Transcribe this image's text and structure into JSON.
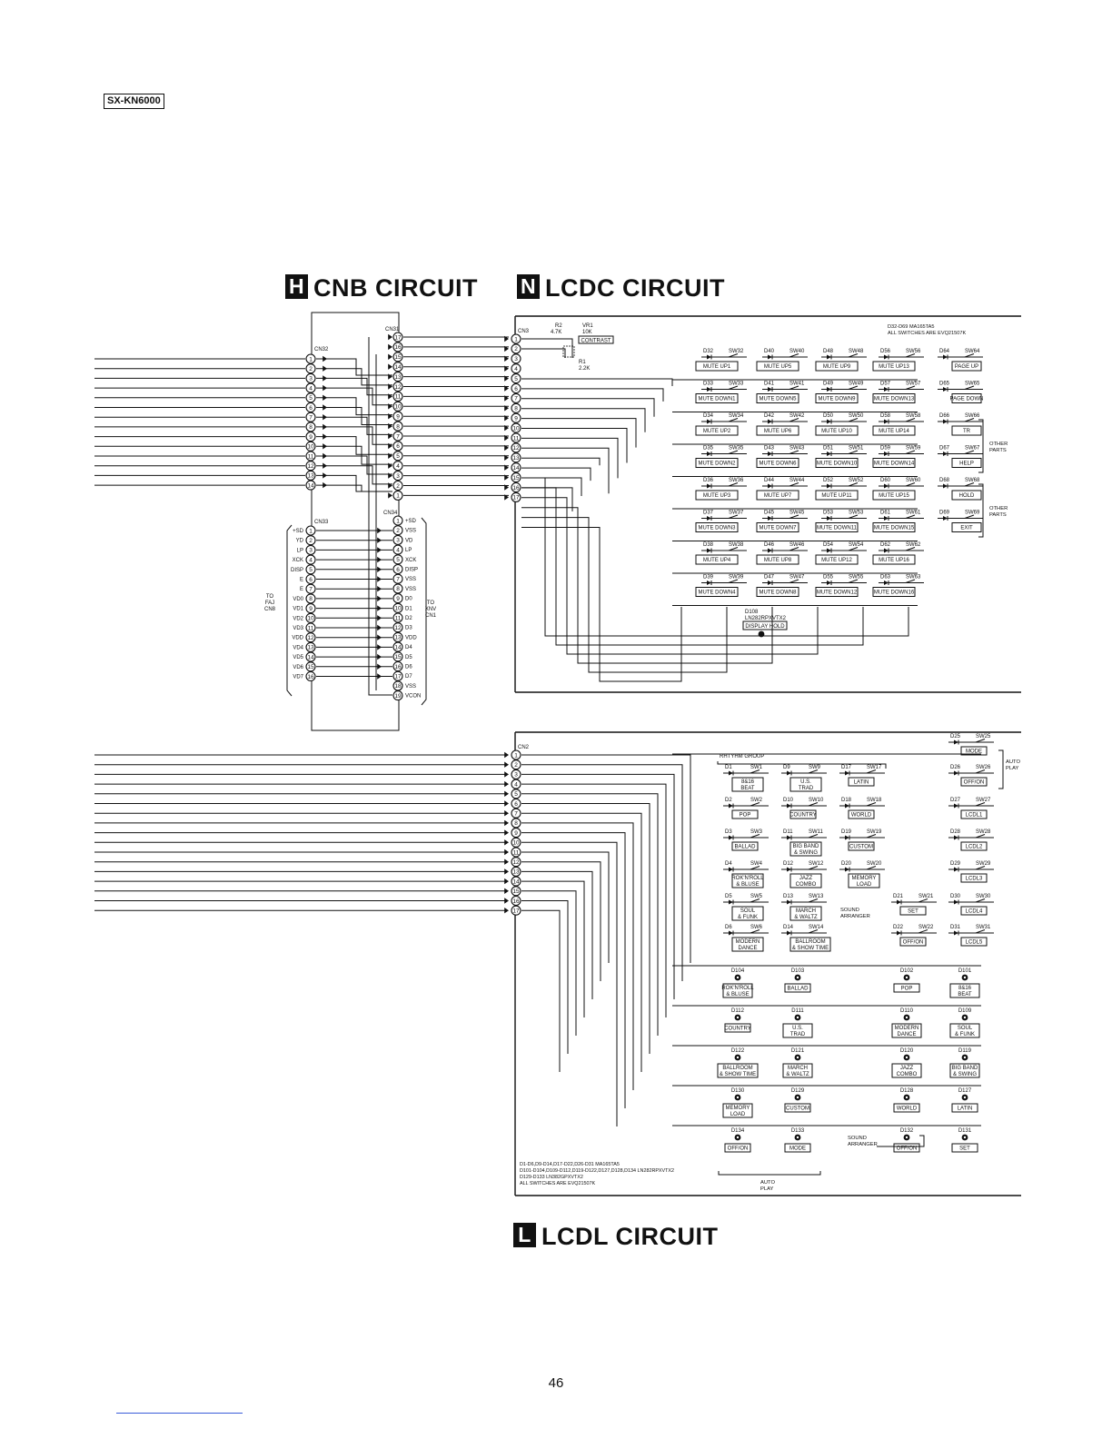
{
  "model": "SX-KN6000",
  "titles": {
    "cnb": {
      "letter": "H",
      "text": "CNB CIRCUIT"
    },
    "lcdc": {
      "letter": "N",
      "text": "LCDC CIRCUIT"
    },
    "lcdl": {
      "letter": "L",
      "text": "LCDL CIRCUIT"
    }
  },
  "page_number": "46",
  "cnb": {
    "cn31": "CN31",
    "cn32": "CN32",
    "cn33": "CN33",
    "cn34": "CN34",
    "to_faj": [
      "TO",
      "FAJ",
      "CN8"
    ],
    "to_xnv": [
      "TO",
      "XNV",
      "CN1"
    ],
    "cn33_pins": [
      "+SD",
      "YD",
      "LP",
      "XCK",
      "DISP",
      "E",
      "E",
      "VD0",
      "VD1",
      "VD2",
      "VD3",
      "VDD",
      "VD4",
      "VD5",
      "VD6",
      "VD7"
    ],
    "cn34_pins": [
      "+SD",
      "VSS",
      "VD",
      "LP",
      "XCK",
      "DISP",
      "VSS",
      "VSS",
      "D0",
      "D1",
      "D2",
      "D3",
      "VDD",
      "D4",
      "D5",
      "D6",
      "D7",
      "VSS",
      "VCON"
    ]
  },
  "lcdc": {
    "cn3": "CN3",
    "r2": [
      "R2",
      "4.7K"
    ],
    "vr1": [
      "VR1",
      "10K"
    ],
    "contrast": "CONTRAST",
    "r1": [
      "R1",
      "2.2K"
    ],
    "note": [
      "D32-D69 MA165TA5",
      "ALL SWITCHES ARE EVQ21507K"
    ],
    "columns": [
      [
        [
          "D32",
          "SW32",
          "MUTE UP1"
        ],
        [
          "D33",
          "SW33",
          "MUTE DOWN1"
        ],
        [
          "D34",
          "SW34",
          "MUTE UP2"
        ],
        [
          "D35",
          "SW35",
          "MUTE DOWN2"
        ],
        [
          "D36",
          "SW36",
          "MUTE UP3"
        ],
        [
          "D37",
          "SW37",
          "MUTE DOWN3"
        ],
        [
          "D38",
          "SW38",
          "MUTE UP4"
        ],
        [
          "D39",
          "SW39",
          "MUTE DOWN4"
        ]
      ],
      [
        [
          "D40",
          "SW40",
          "MUTE UP5"
        ],
        [
          "D41",
          "SW41",
          "MUTE DOWN5"
        ],
        [
          "D42",
          "SW42",
          "MUTE UP6"
        ],
        [
          "D43",
          "SW43",
          "MUTE DOWN6"
        ],
        [
          "D44",
          "SW44",
          "MUTE UP7"
        ],
        [
          "D45",
          "SW45",
          "MUTE DOWN7"
        ],
        [
          "D46",
          "SW46",
          "MUTE UP8"
        ],
        [
          "D47",
          "SW47",
          "MUTE DOWN8"
        ]
      ],
      [
        [
          "D48",
          "SW48",
          "MUTE UP9"
        ],
        [
          "D49",
          "SW49",
          "MUTE DOWN9"
        ],
        [
          "D50",
          "SW50",
          "MUTE UP10"
        ],
        [
          "D51",
          "SW51",
          "MUTE DOWN10"
        ],
        [
          "D52",
          "SW52",
          "MUTE UP11"
        ],
        [
          "D53",
          "SW53",
          "MUTE DOWN11"
        ],
        [
          "D54",
          "SW54",
          "MUTE UP12"
        ],
        [
          "D55",
          "SW55",
          "MUTE DOWN12"
        ]
      ],
      [
        [
          "D56",
          "SW56",
          "MUTE UP13"
        ],
        [
          "D57",
          "SW57",
          "MUTE DOWN13"
        ],
        [
          "D58",
          "SW58",
          "MUTE UP14"
        ],
        [
          "D59",
          "SW59",
          "MUTE DOWN14"
        ],
        [
          "D60",
          "SW60",
          "MUTE UP15"
        ],
        [
          "D61",
          "SW61",
          "MUTE DOWN15"
        ],
        [
          "D62",
          "SW62",
          "MUTE UP16"
        ],
        [
          "D63",
          "SW63",
          "MUTE DOWN16"
        ]
      ],
      [
        [
          "D64",
          "SW64",
          "PAGE UP"
        ],
        [
          "D65",
          "SW65",
          "PAGE DOWN"
        ],
        [
          "D66",
          "SW66",
          "TR"
        ],
        [
          "D67",
          "SW67",
          "HELP"
        ],
        [
          "D68",
          "SW68",
          "HOLD"
        ],
        [
          "D69",
          "SW69",
          "EXIT"
        ]
      ]
    ],
    "other_parts": "OTHER PARTS",
    "d108": [
      "D108",
      "LN282RPXVTX2"
    ],
    "display_hold": "DISPLAY HOLD"
  },
  "lcdl": {
    "cn2": "CN2",
    "rhythm_group": "RHTYHM GROUP",
    "auto_play": "AUTO PLAY",
    "sound_arranger": [
      "SOUND",
      "ARRANGER"
    ],
    "switch_columns": [
      [
        [
          "D1",
          "SW1",
          "8&16 BEAT"
        ],
        [
          "D2",
          "SW2",
          "POP"
        ],
        [
          "D3",
          "SW3",
          "BALLAD"
        ],
        [
          "D4",
          "SW4",
          "ROK'N'ROLL & BLUSE"
        ],
        [
          "D5",
          "SW5",
          "SOUL & FUNK"
        ],
        [
          "D6",
          "SW6",
          "MODERN DANCE"
        ]
      ],
      [
        [
          "D9",
          "SW9",
          "U.S. TRAD"
        ],
        [
          "D10",
          "SW10",
          "COUNTRY"
        ],
        [
          "D11",
          "SW11",
          "BIG BAND & SWING"
        ],
        [
          "D12",
          "SW12",
          "JAZZ COMBO"
        ],
        [
          "D13",
          "SW13",
          "MARCH & WALTZ"
        ],
        [
          "D14",
          "SW14",
          "BALLROOM & SHOW TIME"
        ]
      ],
      [
        [
          "D17",
          "SW17",
          "LATIN"
        ],
        [
          "D18",
          "SW18",
          "WORLD"
        ],
        [
          "D19",
          "SW19",
          "CUSTOM"
        ],
        [
          "D20",
          "SW20",
          "MEMORY LOAD"
        ]
      ],
      [
        [
          "D21",
          "SW21",
          "SET"
        ],
        [
          "D22",
          "SW22",
          "OFF/ON"
        ]
      ],
      [
        [
          "D25",
          "SW25",
          "MODE"
        ],
        [
          "D26",
          "SW26",
          "OFF/ON"
        ],
        [
          "D27",
          "SW27",
          "LCDL1"
        ],
        [
          "D28",
          "SW28",
          "LCDL2"
        ],
        [
          "D29",
          "SW29",
          "LCDL3"
        ],
        [
          "D30",
          "SW30",
          "LCDL4"
        ],
        [
          "D31",
          "SW31",
          "LCDL5"
        ]
      ]
    ],
    "led_columns": [
      [
        [
          "D104",
          "ROK'N'ROLL & BLUSE"
        ],
        [
          "D112",
          "COUNTRY"
        ],
        [
          "D122",
          "BALLROOM & SHOW TIME"
        ],
        [
          "D130",
          "MEMORY LOAD"
        ],
        [
          "D134",
          "OFF/ON"
        ]
      ],
      [
        [
          "D103",
          "BALLAD"
        ],
        [
          "D111",
          "U.S. TRAD"
        ],
        [
          "D121",
          "MARCH & WALTZ"
        ],
        [
          "D129",
          "CUSTOM"
        ],
        [
          "D133",
          "MODE"
        ]
      ],
      [
        [
          "D102",
          "POP"
        ],
        [
          "D110",
          "MODERN DANCE"
        ],
        [
          "D120",
          "JAZZ COMBO"
        ],
        [
          "D128",
          "WORLD"
        ],
        [
          "D132",
          "OFF/ON"
        ]
      ],
      [
        [
          "D101",
          "8&16 BEAT"
        ],
        [
          "D109",
          "SOUL & FUNK"
        ],
        [
          "D119",
          "BIG BAND & SWING"
        ],
        [
          "D127",
          "LATIN"
        ],
        [
          "D131",
          "SET"
        ]
      ]
    ],
    "note": [
      "D1-D6,D9-D14,D17-D22,D26-D31 MA165TA5",
      "D101-D104,D109-D112,D119-D122,D127,D128,D134 LN282RPXVTX2",
      "D129-D133 LN382GPXVTX2",
      "ALL SWITCHES ARE EVQ21507K"
    ]
  }
}
